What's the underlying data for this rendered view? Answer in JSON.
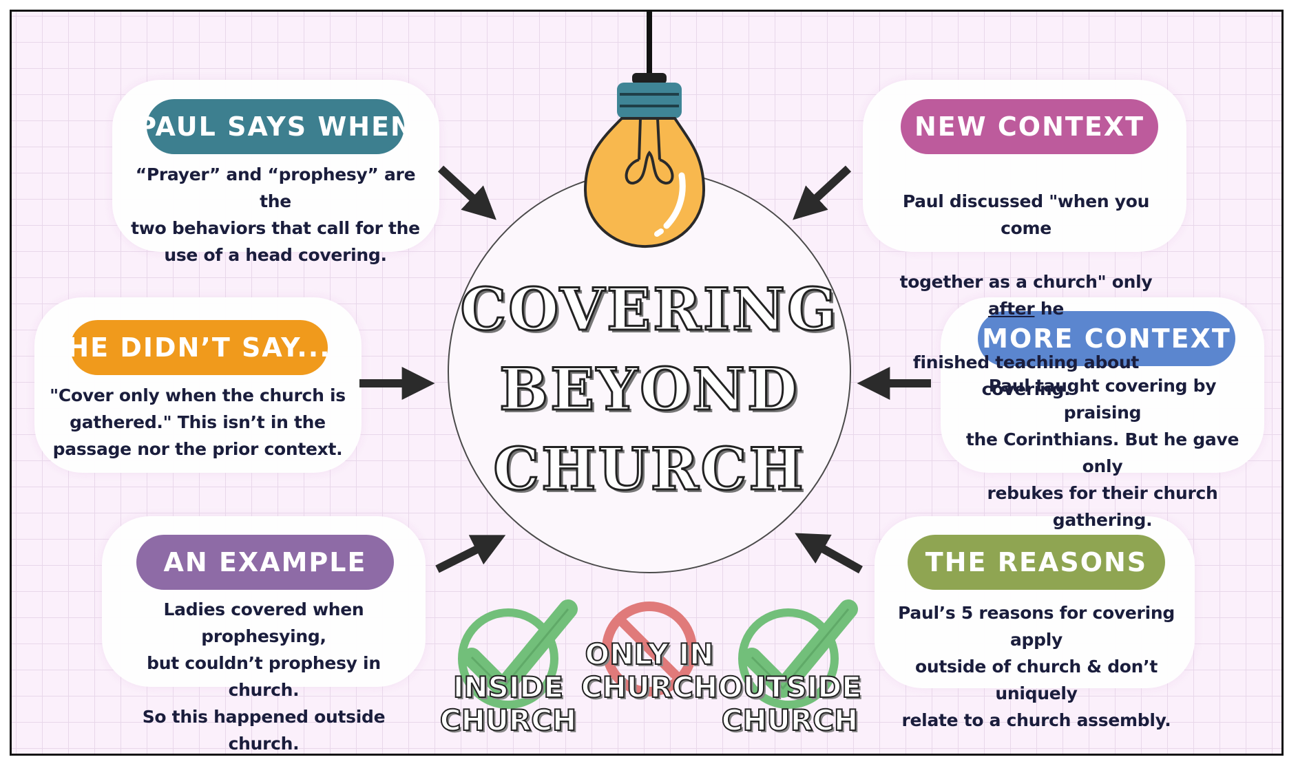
{
  "title": {
    "line1": "COVERING",
    "line2": "BEYOND",
    "line3": "CHURCH"
  },
  "cards": {
    "paul_says_when": {
      "heading": "PAUL SAYS WHEN",
      "body": "“Prayer” and “prophesy” are the\ntwo behaviors that call for the\nuse of a head covering.",
      "color": "#3d7f8f"
    },
    "he_didnt_say": {
      "heading": "HE DIDN’T SAY...",
      "body": "\"Cover only when the church is\ngathered.\" This isn’t in the\npassage nor the prior context.",
      "color": "#f09a1c"
    },
    "an_example": {
      "heading": "AN EXAMPLE",
      "body": "Ladies covered when prophesying,\nbut couldn’t prophesy in church.\nSo this happened outside church.",
      "color": "#8e6ba6"
    },
    "new_context": {
      "heading": "NEW CONTEXT",
      "body_line1": "Paul discussed \"when you come",
      "body_line2_pre": "together as a church\" only ",
      "body_line2_emph": "after",
      "body_line2_post": " he",
      "body_line3": "finished teaching about covering.",
      "color": "#bd5b9c"
    },
    "more_context": {
      "heading": "MORE CONTEXT",
      "body": "Paul taught covering by praising\nthe Corinthians. But he gave only\nrebukes for their church gathering.",
      "color": "#5b86cf"
    },
    "the_reasons": {
      "heading": "THE REASONS",
      "body": "Paul’s 5 reasons for covering apply\noutside of church & don’t uniquely\nrelate to a church assembly.",
      "color": "#8fa552"
    }
  },
  "badges": {
    "inside": "INSIDE\nCHURCH",
    "only_in": "ONLY IN\nCHURCH",
    "outside": "OUTSIDE\nCHURCH",
    "check_color": "#72bf7a",
    "no_color": "#e07a7a"
  },
  "bulb": {
    "glass_color": "#f8b84e",
    "cap_color": "#3f8596",
    "icon": "light-bulb-icon"
  }
}
